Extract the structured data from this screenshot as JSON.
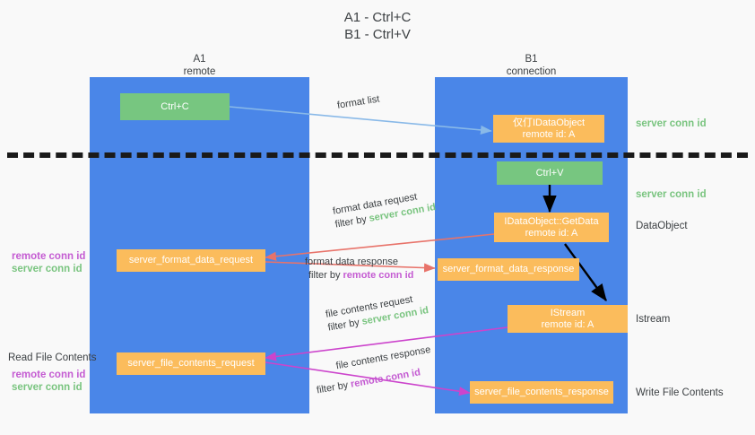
{
  "title": {
    "line1": "A1 - Ctrl+C",
    "line2": "B1 - Ctrl+V"
  },
  "lanes": [
    {
      "name": "A1",
      "sub": "remote"
    },
    {
      "name": "B1",
      "sub": "connection"
    }
  ],
  "nodes": {
    "ctrl_c": "Ctrl+C",
    "ctrl_v": "Ctrl+V",
    "idataobject_title": "仅仃IDataObject",
    "idataobject_sub": "remote id: A",
    "getdata_title": "IDataObject::GetData",
    "getdata_sub": "remote id: A",
    "istream_title": "IStream",
    "istream_sub": "remote id: A",
    "server_format_data_request": "server_format_data_request",
    "server_format_data_response": "server_format_data_response",
    "server_file_contents_request": "server_file_contents_request",
    "server_file_contents_response": "server_file_contents_response"
  },
  "right_labels": {
    "server_conn_id_top": "server conn id",
    "server_conn_id_mid": "server conn id",
    "dataobject": "DataObject",
    "istream": "Istream",
    "write_file_contents": "Write File Contents"
  },
  "left_labels": {
    "remote_conn_id_1": "remote conn id",
    "server_conn_id_1": "server conn id",
    "read_file_contents": "Read File Contents",
    "remote_conn_id_2": "remote conn id",
    "server_conn_id_2": "server conn id"
  },
  "edges": {
    "format_list": "format list",
    "format_data_request": "format data request",
    "filter_by_prefix_1": "filter by ",
    "filter_by_value_1": "server conn id",
    "format_data_response": "format data response",
    "filter_by_prefix_2": "filter by ",
    "filter_by_value_2": "remote conn id",
    "file_contents_request": "file contents request",
    "filter_by_prefix_3": "filter by ",
    "filter_by_value_3": "server conn id",
    "file_contents_response": "file contents response",
    "filter_by_prefix_4": "filter by ",
    "filter_by_value_4": "remote conn id"
  },
  "colors": {
    "lane": "#4a86e8",
    "green_node": "#77c680",
    "orange_node": "#fbbc5c",
    "server_conn_id": "#79c47f",
    "remote_conn_id": "#c45bd2",
    "arrow_blue": "#89b9e8",
    "arrow_red": "#e8736a",
    "arrow_magenta": "#cc44cc",
    "arrow_black": "#000000",
    "background": "#f9f9f9"
  }
}
